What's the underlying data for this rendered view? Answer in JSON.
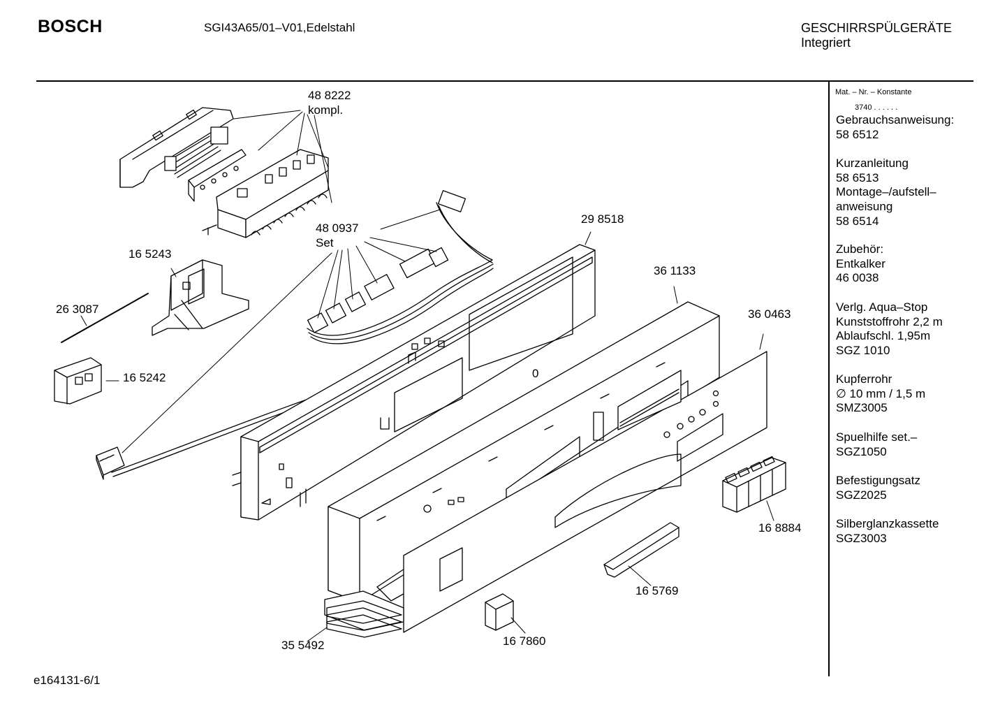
{
  "header": {
    "brand": "BOSCH",
    "model": "SGI43A65/01–V01,Edelstahl",
    "category_line1": "GESCHIRRSPÜLGERÄTE",
    "category_line2": "Integriert"
  },
  "footer": {
    "drawing_id": "e164131-6/1"
  },
  "sidebar": {
    "mat_nr_label": "Mat. – Nr. – Konstante",
    "mat_nr_value": "3740  .  .    .  .  .  .",
    "groups": [
      {
        "lines": [
          "Gebrauchsanweisung:",
          "58 6512"
        ]
      },
      {
        "lines": [
          "Kurzanleitung",
          "58 6513",
          "Montage–/aufstell–",
          "anweisung",
          "58 6514"
        ]
      },
      {
        "lines": [
          "Zubehör:",
          "Entkalker",
          "46 0038"
        ]
      },
      {
        "lines": [
          "Verlg. Aqua–Stop",
          "Kunststoffrohr 2,2 m",
          "Ablaufschl. 1,95m",
          "SGZ 1010"
        ]
      },
      {
        "lines": [
          "Kupferrohr",
          "∅ 10 mm / 1,5 m",
          "SMZ3005"
        ]
      },
      {
        "lines": [
          "Spuelhilfe set.–",
          "SGZ1050"
        ]
      },
      {
        "lines": [
          "Befestigungsatz",
          "SGZ2025"
        ]
      },
      {
        "lines": [
          "Silberglanzkassette",
          "SGZ3003"
        ]
      }
    ]
  },
  "parts": {
    "p488222": "48 8222",
    "p488222_note": "kompl.",
    "p480937": "48 0937",
    "p480937_note": "Set",
    "p165243": "16 5243",
    "p263087": "26 3087",
    "p165242": "16 5242",
    "p298518": "29 8518",
    "p361133": "36 1133",
    "p360463": "36 0463",
    "p168884": "16 8884",
    "p165769": "16 5769",
    "p167860": "16 7860",
    "p355492": "35 5492",
    "zero_mark": "0"
  }
}
